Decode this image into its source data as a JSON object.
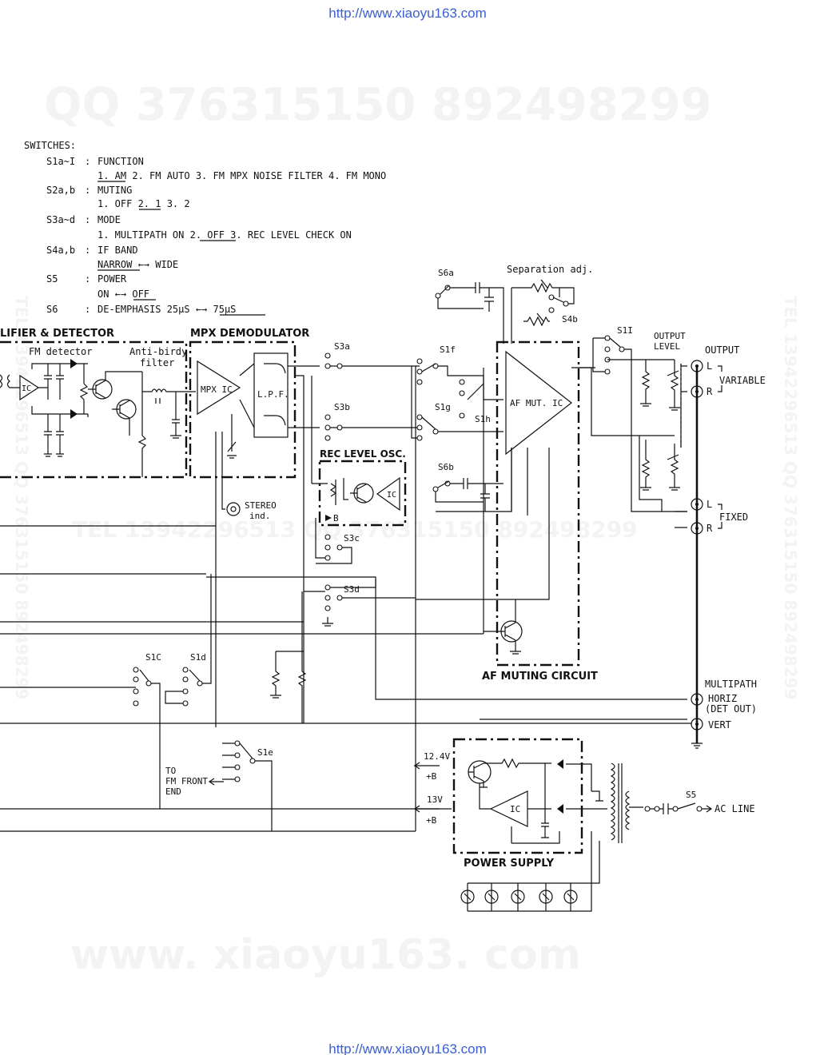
{
  "urls": {
    "top": "http://www.xiaoyu163.com",
    "bottom": "http://www.xiaoyu163.com"
  },
  "watermarks": {
    "top": "QQ 376315150   892498299",
    "middle": "TEL 13942296513   QQ 376315150  892498299",
    "bottom": "www. xiaoyu163. com",
    "side_left": "TEL 13942296513 QQ 376315150 892498299",
    "side_right": "TEL 13942296513 QQ 376315150 892498299"
  },
  "switches_legend": {
    "title": "SWITCHES:",
    "rows": [
      {
        "sym": "S1a~I",
        "name": "FUNCTION",
        "opts": "1. AM  2. FM AUTO  3. FM MPX NOISE FILTER  4. FM MONO"
      },
      {
        "sym": "S2a,b",
        "name": "MUTING",
        "opts": "1. OFF  2. 1  3. 2"
      },
      {
        "sym": "S3a~d",
        "name": "MODE",
        "opts": "1. MULTIPATH ON  2. OFF  3. REC LEVEL CHECK ON"
      },
      {
        "sym": "S4a,b",
        "name": "IF BAND",
        "opts": "NARROW ←→ WIDE"
      },
      {
        "sym": "S5",
        "name": "POWER",
        "opts": "ON ←→ OFF"
      },
      {
        "sym": "S6",
        "name": "DE-EMPHASIS  25μS ←→ 75μS",
        "opts": ""
      }
    ]
  },
  "blocks": {
    "amp_detector": "LIFIER & DETECTOR",
    "fm_detector": "FM detector",
    "anti_birdy_1": "Anti-birdy",
    "anti_birdy_2": "filter",
    "mpx_demod": "MPX DEMODULATOR",
    "mpx_ic": "MPX IC",
    "lpf": "L.P.F.",
    "rec_level_osc": "REC LEVEL OSC.",
    "af_mut_ic": "AF MUT. IC",
    "af_muting_circuit": "AF MUTING CIRCUIT",
    "separation_adj": "Separation adj.",
    "stereo_ind_1": "STEREO",
    "stereo_ind_2": "ind.",
    "power_supply": "POWER SUPPLY",
    "ic": "IC",
    "b_label": "B"
  },
  "switch_labels": {
    "s6a": "S6a",
    "s4b": "S4b",
    "s1I": "S1I",
    "s3a": "S3a",
    "s1f": "S1f",
    "s3b": "S3b",
    "s1g": "S1g",
    "s1h": "S1h",
    "s6b": "S6b",
    "s3c": "S3c",
    "s3d": "S3d",
    "s1c": "S1C",
    "s1d": "S1d",
    "s1e": "S1e",
    "s5": "S5"
  },
  "outputs": {
    "output_level_1": "OUTPUT",
    "output_level_2": "LEVEL",
    "output": "OUTPUT",
    "variable_L": "L",
    "variable_R": "R",
    "variable": "VARIABLE",
    "fixed_L": "L",
    "fixed_R": "R",
    "fixed": "FIXED",
    "multipath": "MULTIPATH",
    "horiz": "HORIZ",
    "det_out": "(DET OUT)",
    "vert": "VERT"
  },
  "power": {
    "v124": "12.4V",
    "v13": "13V",
    "plus_b": "+B",
    "ac_line": "AC LINE",
    "fm_front_1": "TO",
    "fm_front_2": "FM FRONT",
    "fm_front_3": "END"
  },
  "accent": {
    "ink": "#111111",
    "link": "#3a5fd0"
  }
}
